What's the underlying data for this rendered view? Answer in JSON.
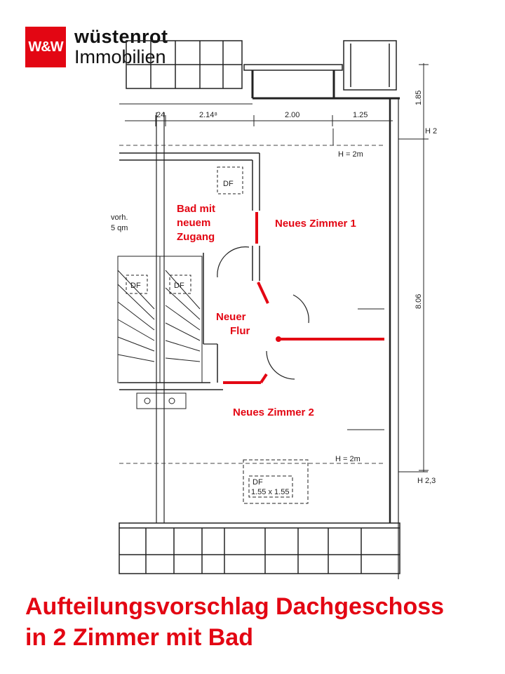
{
  "logo": {
    "mark": "W&W",
    "brand": "wüstenrot",
    "sub": "Immobilien"
  },
  "plan": {
    "dimensions_top": [
      "24",
      "2.14⁸",
      "2.00",
      "1.25"
    ],
    "dimensions_right": [
      "1.85",
      "8.06"
    ],
    "right_edge_labels": [
      "H 2",
      "H 2,3"
    ],
    "heights": [
      "H = 2m",
      "H = 2m"
    ],
    "window_labels": [
      "DF",
      "DF",
      "DF",
      "DF",
      "1.55 x 1.55"
    ],
    "existing_text": [
      "vorh.",
      "5 qm"
    ],
    "rooms": {
      "bad": [
        "Bad mit",
        "neuem",
        "Zugang"
      ],
      "zimmer1": "Neues Zimmer 1",
      "flur": [
        "Neuer",
        "Flur"
      ],
      "zimmer2": "Neues Zimmer 2"
    }
  },
  "caption": {
    "line1": "Aufteilungsvorschlag Dachgeschoss",
    "line2": "in 2 Zimmer mit Bad"
  },
  "colors": {
    "accent": "#e30613",
    "ink": "#222222"
  }
}
